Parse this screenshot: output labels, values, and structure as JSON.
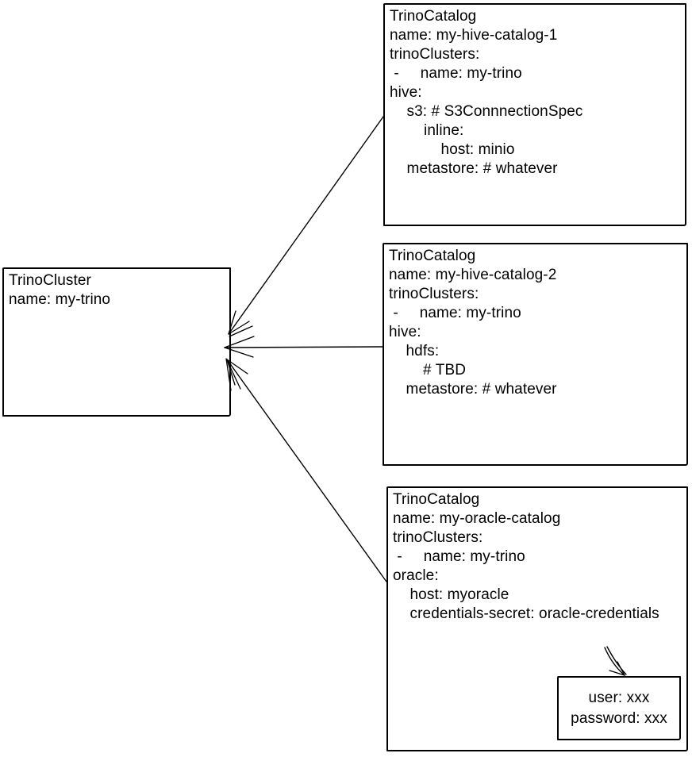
{
  "diagram": {
    "background_color": "#ffffff",
    "stroke_color": "#000000",
    "nodes": {
      "cluster": {
        "kind": "TrinoCluster",
        "text": "TrinoCluster\nname: my-trino"
      },
      "catalog1": {
        "kind": "TrinoCatalog",
        "text": "TrinoCatalog\nname: my-hive-catalog-1\ntrinoClusters:\n -     name: my-trino\nhive:\n    s3: # S3ConnnectionSpec\n        inline:\n            host: minio\n    metastore: # whatever"
      },
      "catalog2": {
        "kind": "TrinoCatalog",
        "text": "TrinoCatalog\nname: my-hive-catalog-2\ntrinoClusters:\n -     name: my-trino\nhive:\n    hdfs:\n        # TBD\n    metastore: # whatever"
      },
      "catalog3": {
        "kind": "TrinoCatalog",
        "text": "TrinoCatalog\nname: my-oracle-catalog\ntrinoClusters:\n -     name: my-trino\noracle:\n    host: myoracle\n    credentials-secret: oracle-credentials"
      },
      "credentials": {
        "kind": "Secret",
        "text": "user: xxx\npassword: xxx"
      }
    },
    "edges": [
      {
        "from": "catalog1",
        "to": "cluster",
        "style": "arrow"
      },
      {
        "from": "catalog2",
        "to": "cluster",
        "style": "arrow"
      },
      {
        "from": "catalog3",
        "to": "cluster",
        "style": "arrow"
      },
      {
        "from": "catalog3.credentials-secret",
        "to": "credentials",
        "style": "arrow"
      }
    ]
  }
}
